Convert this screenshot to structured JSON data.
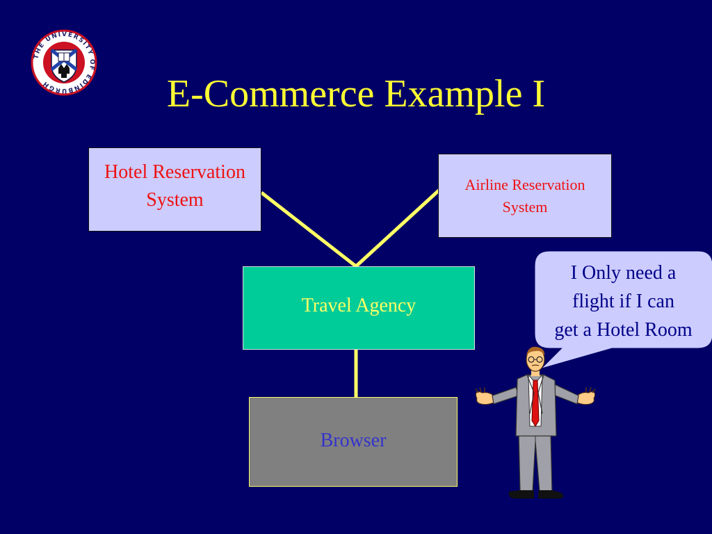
{
  "slide": {
    "title": "E-Commerce Example I"
  },
  "logo": {
    "icon": "university-of-edinburgh-crest-icon",
    "ring_text": "THE UNIVERSITY OF EDINBURGH"
  },
  "diagram": {
    "nodes": {
      "hotel": "Hotel Reservation\nSystem",
      "airline": "Airline Reservation\nSystem",
      "agency": "Travel Agency",
      "browser": "Browser"
    },
    "edges": [
      [
        "hotel",
        "agency"
      ],
      [
        "airline",
        "agency"
      ],
      [
        "agency",
        "browser"
      ]
    ]
  },
  "speech_bubble": {
    "text": "I Only need a\nflight if I can\nget a Hotel Room"
  },
  "figure": {
    "icon": "shrugging-businessman-icon"
  },
  "colors": {
    "background": "#000066",
    "title": "#ffff33",
    "connector": "#ffff66",
    "reservation_fill": "#ccccff",
    "reservation_text": "#ee1111",
    "agency_fill": "#00cc99",
    "agency_text": "#ffff66",
    "browser_fill": "#808080",
    "browser_text": "#3333cc",
    "bubble_fill": "#ccccff",
    "bubble_text": "#000088"
  }
}
